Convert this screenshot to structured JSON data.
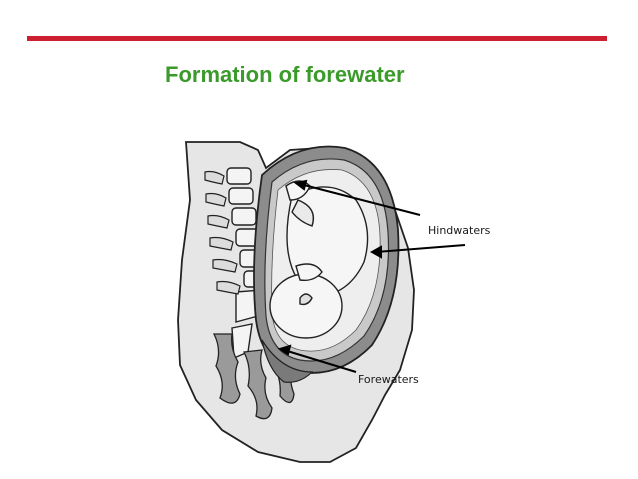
{
  "slide": {
    "title": "Formation of forewater",
    "accent_rule_color": "#cc1f2f",
    "title_color": "#3a9a2a"
  },
  "figure": {
    "labels": {
      "hindwaters": "Hindwaters",
      "forewaters": "Forewaters"
    }
  }
}
